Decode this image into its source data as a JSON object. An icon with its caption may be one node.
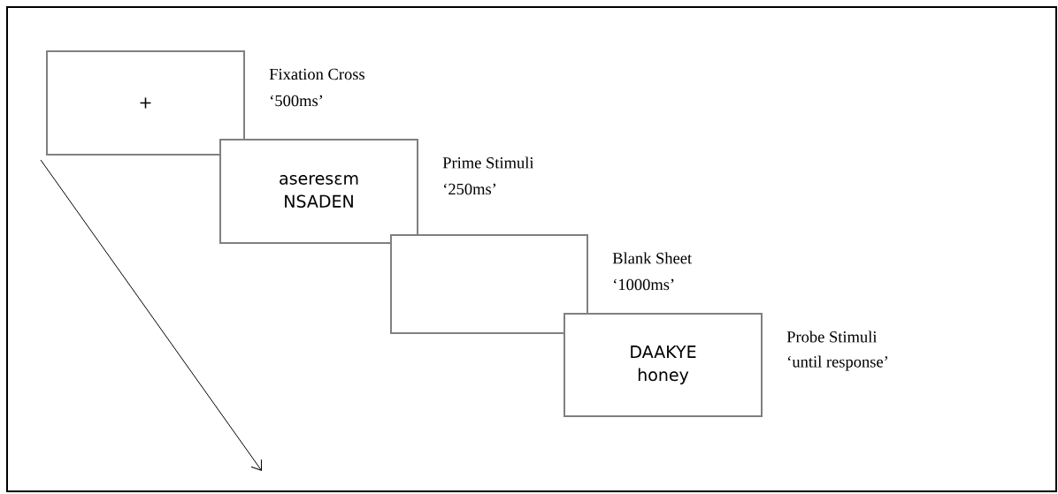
{
  "diagram": {
    "nodes": [
      {
        "text": [
          "+"
        ],
        "beside": [
          "Fixation Cross",
          "‘500ms’"
        ]
      },
      {
        "text": [
          "aseresɛm",
          "NSADEN"
        ],
        "beside": [
          "Prime Stimuli",
          "‘250ms’"
        ]
      },
      {
        "text": [],
        "shape": "box",
        "beside": [
          "Blank Sheet",
          "‘1000ms’"
        ]
      },
      {
        "text": [
          "DAAKYE",
          "honey"
        ],
        "beside": [
          "Probe Stimuli",
          "‘until response’"
        ]
      }
    ],
    "edges": []
  }
}
